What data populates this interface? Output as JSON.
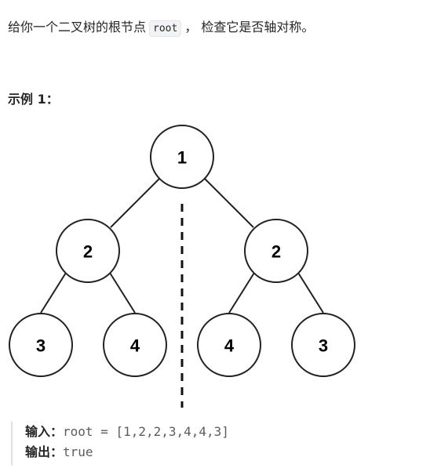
{
  "description": {
    "before": "给你一个二叉树的根节点",
    "code": "root",
    "after": "， 检查它是否轴对称。"
  },
  "example": {
    "title": "示例 1：",
    "input_label": "输入：",
    "input_value": "root = [1,2,2,3,4,4,3]",
    "output_label": "输出：",
    "output_value": "true"
  },
  "tree": {
    "nodes": [
      {
        "id": "n1",
        "label": "1"
      },
      {
        "id": "n2",
        "label": "2"
      },
      {
        "id": "n3",
        "label": "2"
      },
      {
        "id": "n4",
        "label": "3"
      },
      {
        "id": "n5",
        "label": "4"
      },
      {
        "id": "n6",
        "label": "4"
      },
      {
        "id": "n7",
        "label": "3"
      }
    ]
  }
}
